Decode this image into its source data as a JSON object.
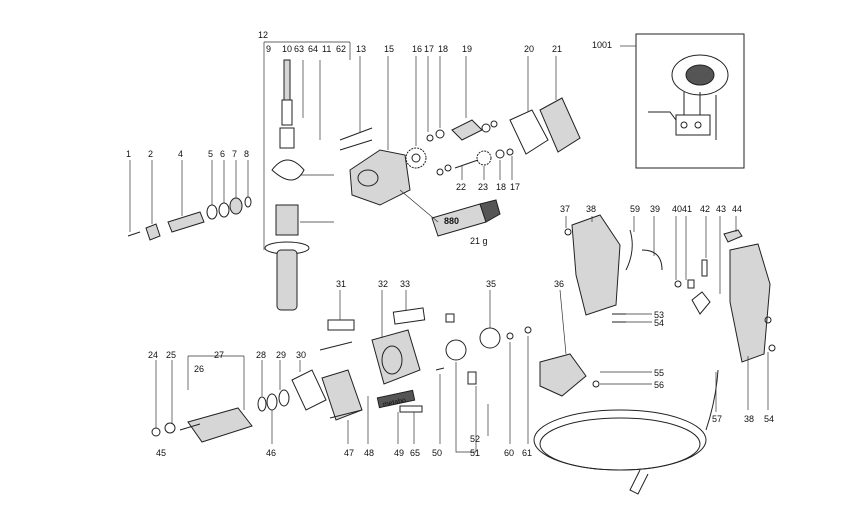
{
  "diagram": {
    "callouts": [
      "12",
      "9",
      "10",
      "63",
      "64",
      "11",
      "62",
      "13",
      "15",
      "16",
      "17",
      "18",
      "19",
      "20",
      "21",
      "1001",
      "1",
      "2",
      "4",
      "5",
      "6",
      "7",
      "8",
      "22",
      "23",
      "18",
      "17",
      "37",
      "38",
      "59",
      "39",
      "40",
      "41",
      "42",
      "43",
      "44",
      "31",
      "32",
      "33",
      "35",
      "36",
      "53",
      "54",
      "55",
      "56",
      "57",
      "38",
      "54",
      "24",
      "25",
      "27",
      "26",
      "28",
      "29",
      "30",
      "45",
      "46",
      "47",
      "48",
      "49",
      "65",
      "50",
      "51",
      "52",
      "60",
      "61"
    ],
    "grease_tube_text": "880",
    "grease_amount": "21 g",
    "brand_plate_text": "metabo"
  }
}
